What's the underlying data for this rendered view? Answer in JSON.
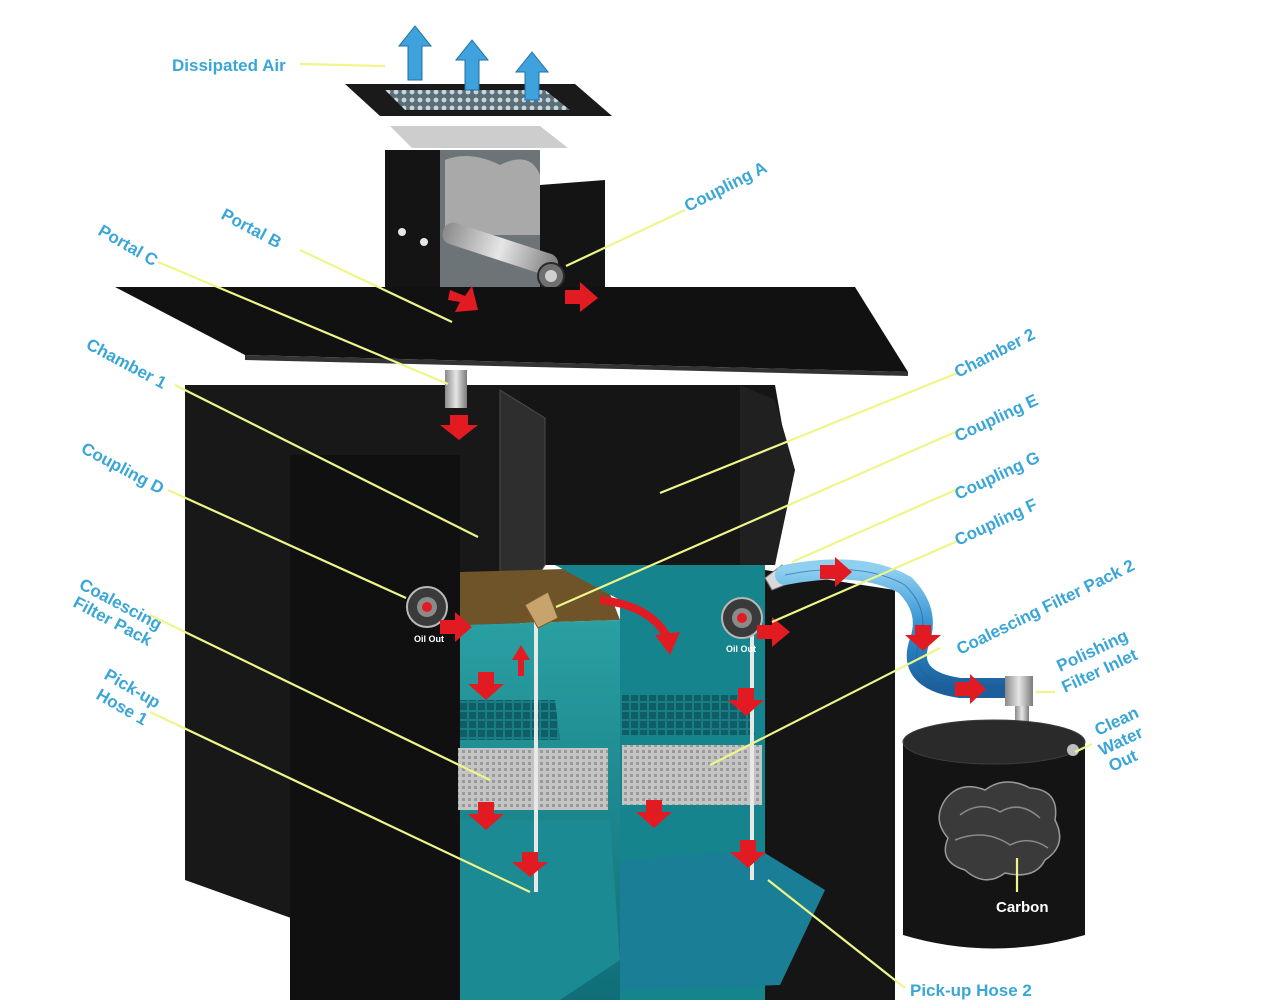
{
  "diagram": {
    "labels": {
      "dissipated_air": "Dissipated Air",
      "coupling_a": "Coupling A",
      "portal_b": "Portal B",
      "portal_c": "Portal C",
      "chamber_1": "Chamber 1",
      "coupling_d": "Coupling D",
      "coalescing_filter_pack_line1": "Coalescing",
      "coalescing_filter_pack_line2": "Filter Pack",
      "pickup_hose_1_line1": "Pick-up",
      "pickup_hose_1_line2": "Hose 1",
      "chamber_2": "Chamber 2",
      "coupling_e": "Coupling E",
      "coupling_g": "Coupling G",
      "coupling_f": "Coupling F",
      "coalescing_filter_pack_2": "Coalescing Filter Pack 2",
      "polishing_filter_inlet_line1": "Polishing",
      "polishing_filter_inlet_line2": "Filter Inlet",
      "clean_water_out_line1": "Clean",
      "clean_water_out_line2": "Water",
      "clean_water_out_line3": "Out",
      "carbon": "Carbon",
      "pickup_hose_2": "Pick-up Hose 2",
      "oil_out_1": "Oil Out",
      "oil_out_2": "Oil Out"
    },
    "colors": {
      "label_blue": "#3aa6d8",
      "leader_yellow": "#eef58a",
      "tank_black": "#141414",
      "water_teal": "#1e8a8f",
      "flow_red": "#e21b23",
      "filter_gray": "#b9b9b9",
      "air_blue": "#3fa2dc"
    }
  }
}
